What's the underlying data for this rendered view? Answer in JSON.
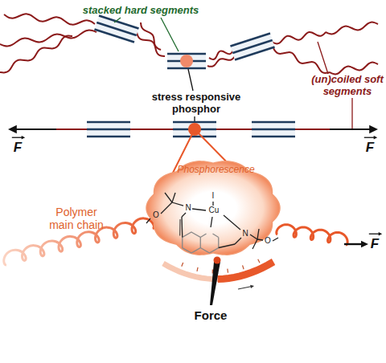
{
  "diagram": {
    "nodes": [
      {
        "text": [
          "Phosphorescence"
        ]
      }
    ],
    "labels": [
      "stacked hard segments",
      "(un)coiled soft segments",
      "stress responsive phosphor",
      "F",
      "F",
      "Polymer main chain",
      "O",
      "N",
      "Cu",
      "I",
      "N",
      "O",
      "F",
      "Force"
    ]
  }
}
